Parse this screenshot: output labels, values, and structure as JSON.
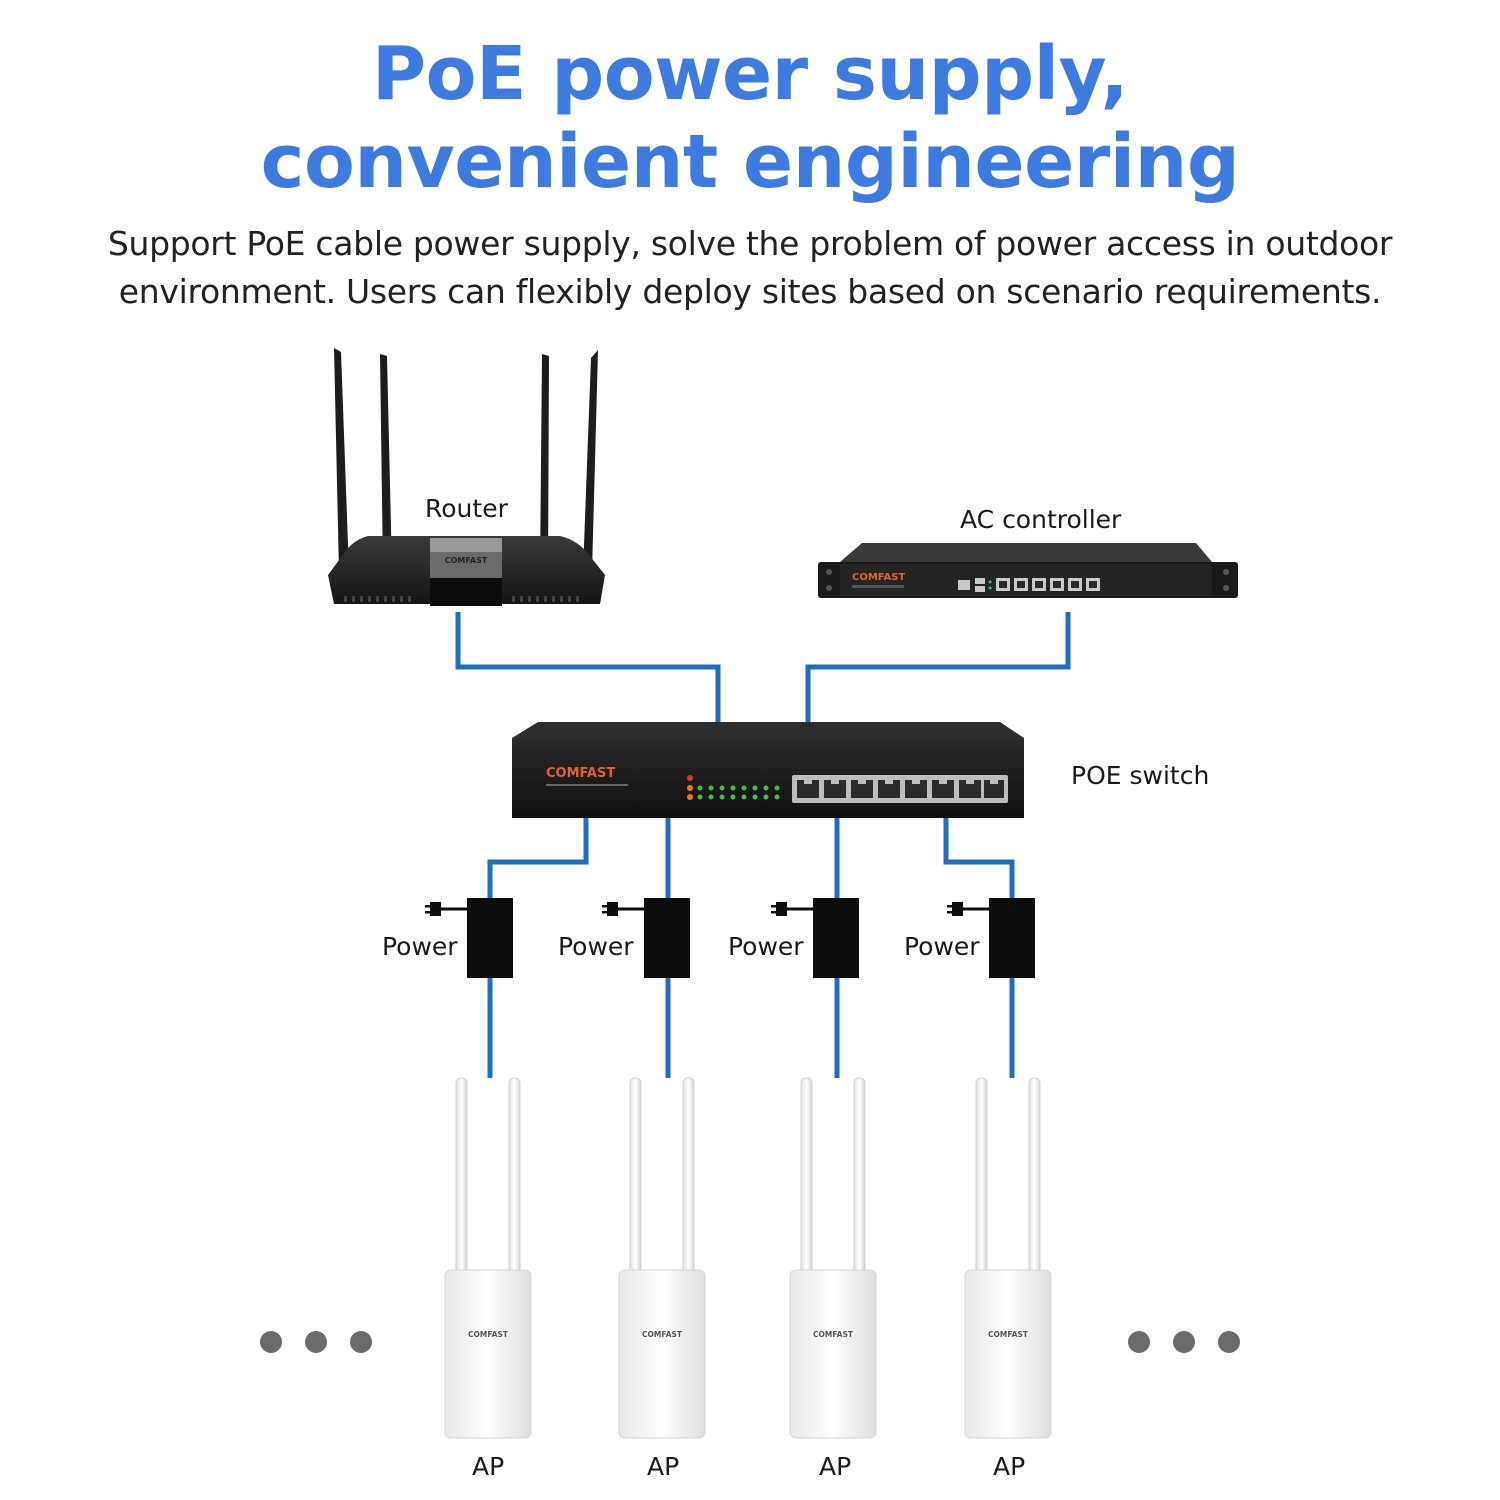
{
  "header": {
    "title_line1": "PoE power supply,",
    "title_line2": "convenient engineering",
    "subtitle_line1": "Support PoE cable power supply, solve the problem of power access in outdoor",
    "subtitle_line2": "environment. Users can flexibly deploy sites based on scenario requirements."
  },
  "labels": {
    "router": "Router",
    "ac_controller": "AC controller",
    "poe_switch": "POE switch",
    "power": "Power",
    "ap": "AP"
  },
  "brand": "COMFAST",
  "colors": {
    "title": "#3d7be0",
    "cable": "#1e6fbf",
    "device": "#1c1c1c",
    "brand_orange": "#e0632a"
  },
  "icons": [
    "router-icon",
    "ac-controller-icon",
    "poe-switch-icon",
    "power-adapter-icon",
    "plug-icon",
    "access-point-icon",
    "ellipsis-dots-icon"
  ]
}
